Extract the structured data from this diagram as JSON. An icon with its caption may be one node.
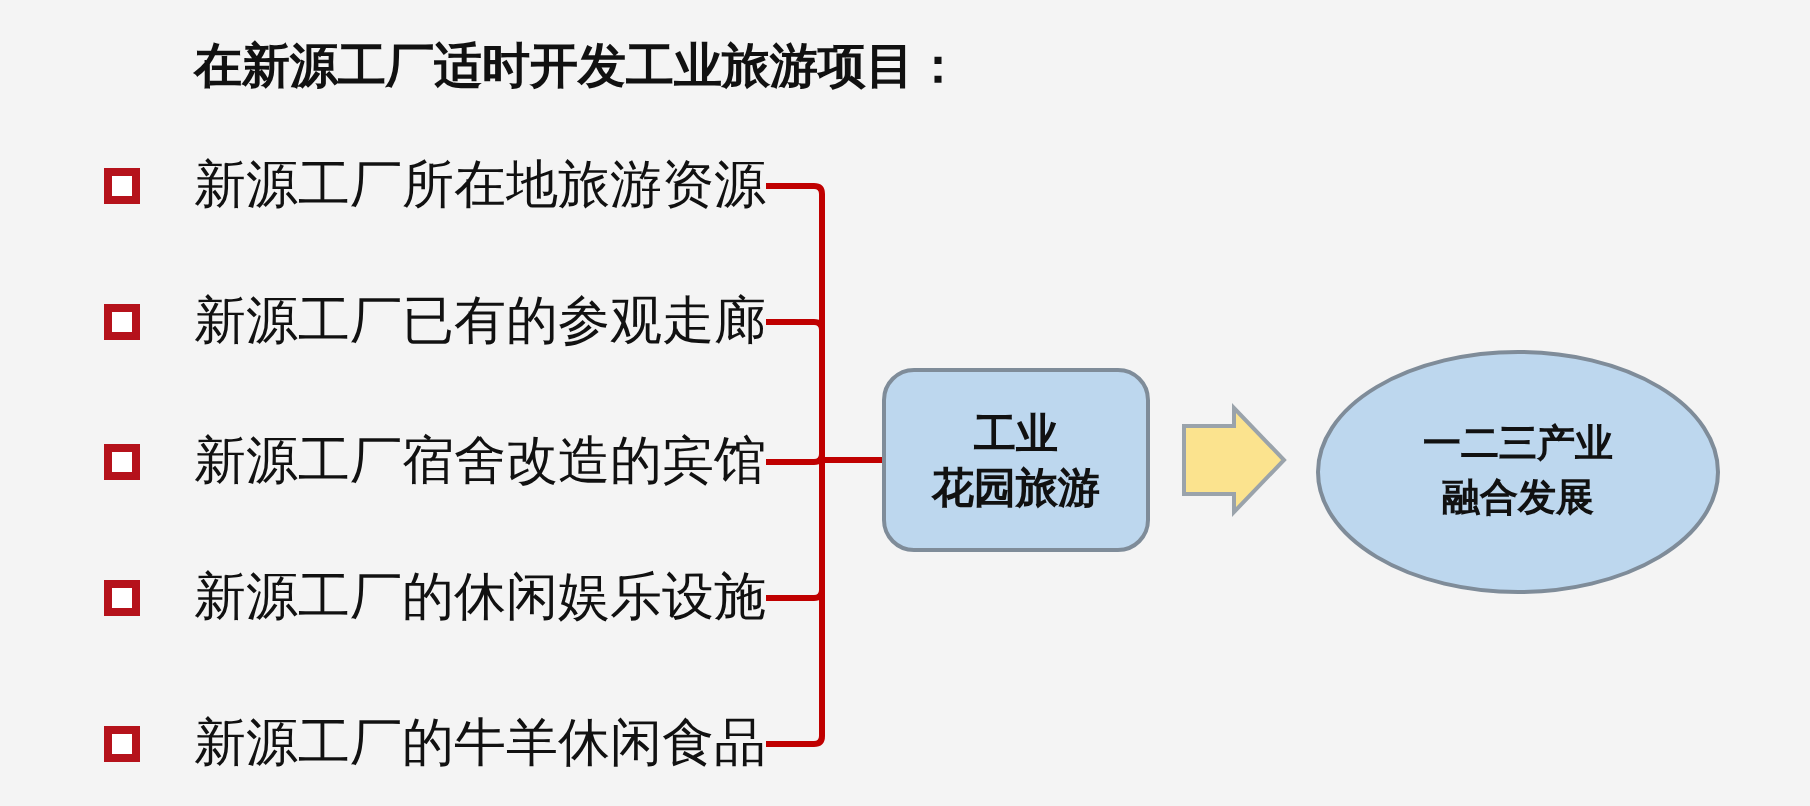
{
  "diagram": {
    "title": "在新源工厂适时开发工业旅游项目：",
    "nodes": [
      {
        "text": [
          "新源工厂所在地旅游资源"
        ]
      },
      {
        "text": [
          "新源工厂已有的参观走廊"
        ]
      },
      {
        "text": [
          "新源工厂宿舍改造的宾馆"
        ]
      },
      {
        "text": [
          "新源工厂的休闲娱乐设施"
        ]
      },
      {
        "text": [
          "新源工厂的牛羊休闲食品"
        ]
      },
      {
        "text": [
          "工业",
          "花园旅游"
        ]
      },
      {
        "text": [
          "一二三产业融合发展"
        ]
      }
    ],
    "edges": [
      {
        "from": 0,
        "to": 5,
        "arrow": "none"
      },
      {
        "from": 1,
        "to": 5,
        "arrow": "none"
      },
      {
        "from": 2,
        "to": 5,
        "arrow": "none"
      },
      {
        "from": 3,
        "to": 5,
        "arrow": "none"
      },
      {
        "from": 4,
        "to": 5,
        "arrow": "none"
      },
      {
        "from": 5,
        "to": 6,
        "arrow": "to",
        "style": "thick",
        "color": "#fbe38e"
      }
    ]
  }
}
